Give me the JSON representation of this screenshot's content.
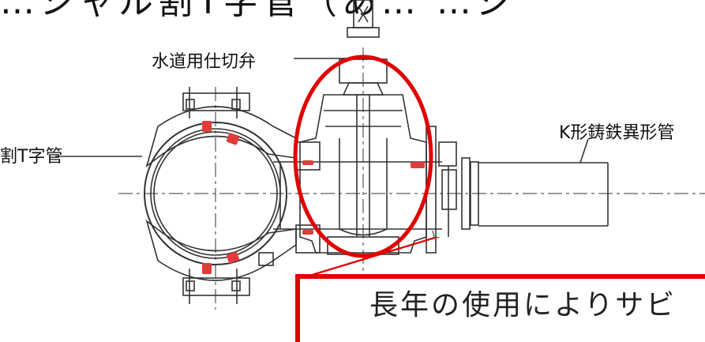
{
  "header": {
    "cut_title": "…シャル割T字管（あ… …ジ"
  },
  "labels": {
    "valve": "水道用仕切弁",
    "tee": "割T字管",
    "pipe": "K形鋳鉄異形管"
  },
  "callout": {
    "text": "長年の使用によりサビ"
  },
  "colors": {
    "highlight": "#e00000",
    "gasket": "#e23b3b",
    "line": "#333333"
  }
}
